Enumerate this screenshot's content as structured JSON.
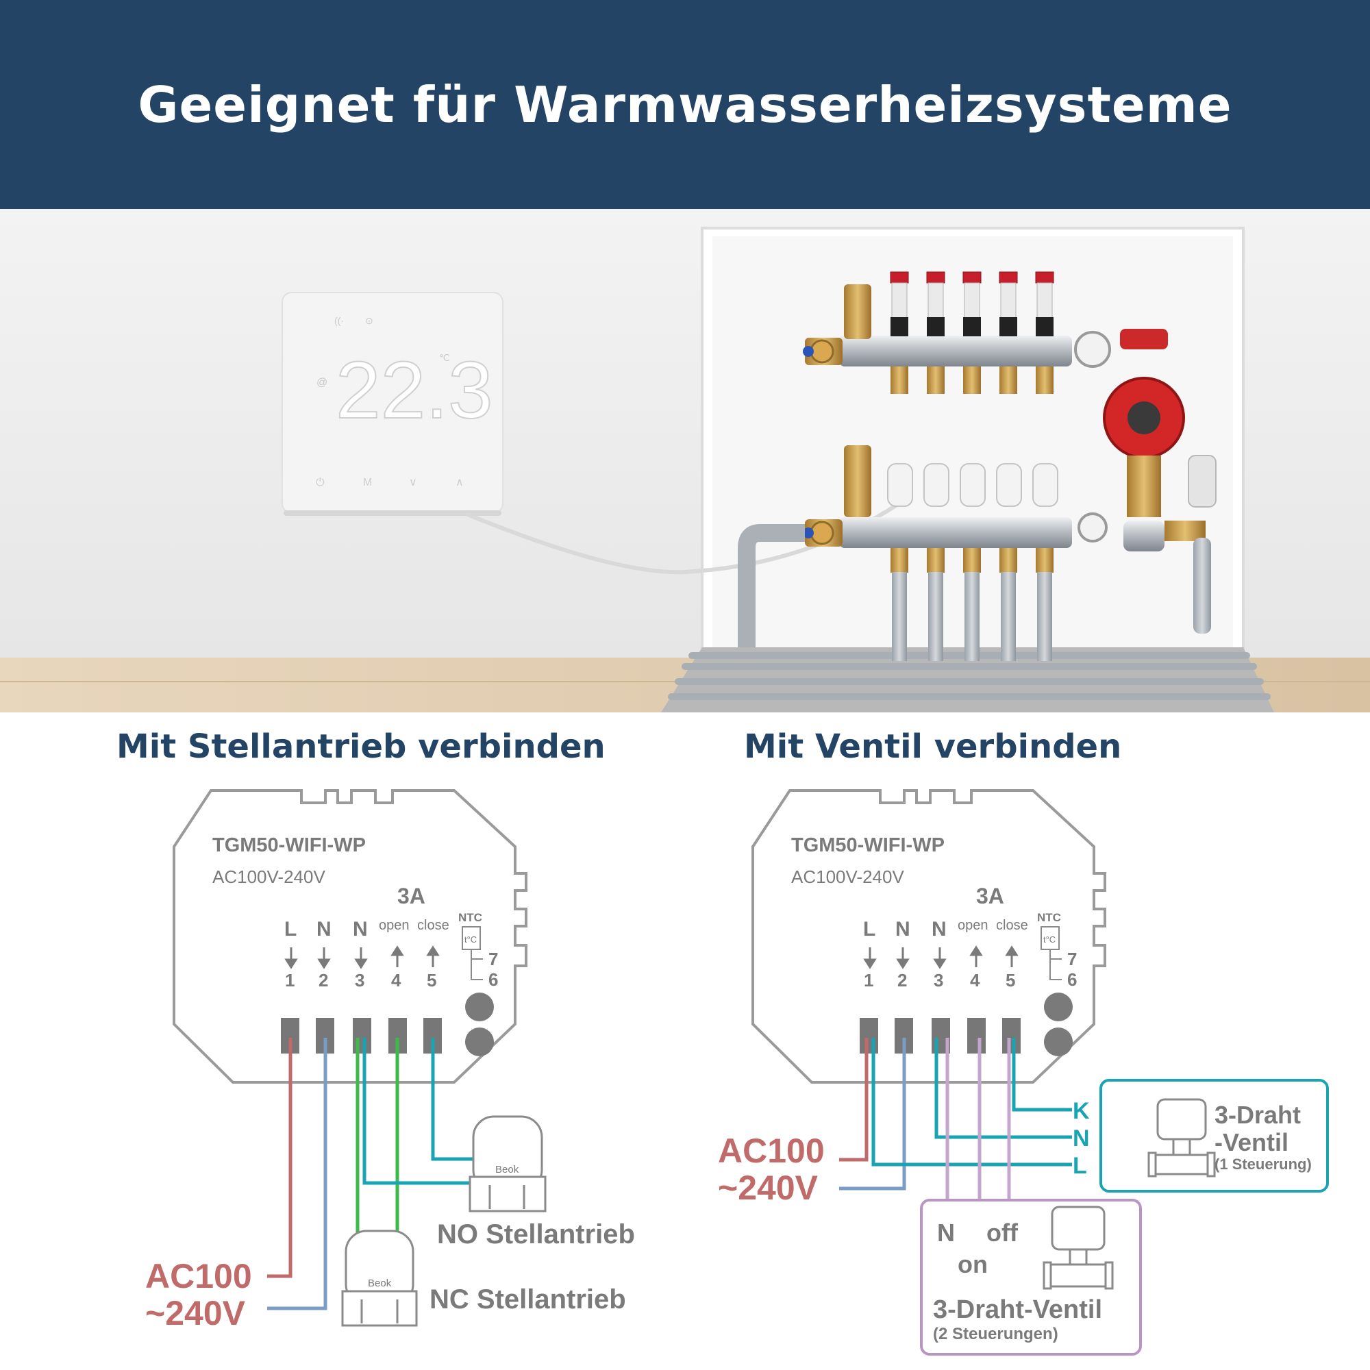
{
  "header": {
    "title": "Geeignet für Warmwasserheizsysteme"
  },
  "thermostat": {
    "temperature": "22.3",
    "unit": "℃",
    "buttons": [
      "power",
      "M",
      "down",
      "up"
    ],
    "colors": {
      "body": "#f4f4f4",
      "display": "#ffffff"
    }
  },
  "actuator_brand": "Beok",
  "left_panel": {
    "title": "Mit Stellantrieb verbinden",
    "model": "TGM50-WIFI-WP",
    "voltage": "AC100V-240V",
    "current": "3A",
    "terminal_letters": [
      "L",
      "N",
      "N"
    ],
    "open_label": "open",
    "close_label": "close",
    "ntc_label": "NTC",
    "ntc_symbol": "t°C",
    "terminal_numbers": [
      "1",
      "2",
      "3",
      "4",
      "5"
    ],
    "ntc_numbers": [
      "7",
      "6"
    ],
    "ac_line1": "AC100",
    "ac_line2": "~240V",
    "no_label": "NO Stellantrieb",
    "nc_label": "NC Stellantrieb"
  },
  "right_panel": {
    "title": "Mit Ventil verbinden",
    "model": "TGM50-WIFI-WP",
    "voltage": "AC100V-240V",
    "current": "3A",
    "terminal_letters": [
      "L",
      "N",
      "N"
    ],
    "open_label": "open",
    "close_label": "close",
    "ntc_label": "NTC",
    "ntc_symbol": "t°C",
    "terminal_numbers": [
      "1",
      "2",
      "3",
      "4",
      "5"
    ],
    "ntc_numbers": [
      "7",
      "6"
    ],
    "ac_line1": "AC100",
    "ac_line2": "~240V",
    "valve1": {
      "k": "K",
      "n": "N",
      "l": "L",
      "name_line1": "3-Draht",
      "name_line2": "-Ventil",
      "sub": "(1 Steuerung)"
    },
    "valve2": {
      "n": "N",
      "on": "on",
      "off": "off",
      "name": "3-Draht-Ventil",
      "sub": "(2 Steuerungen)"
    }
  },
  "colors": {
    "banner": "#244466",
    "title_text": "#244466",
    "panel_outline": "#9a9a9a",
    "live_wire": "#c06a6a",
    "neutral_wire": "#7a9cc6",
    "nc_wire": "#3dbb4a",
    "no_wire": "#1aa3b3",
    "valve2_wire": "#c4a6cc",
    "teal_box": "#1aa3b3",
    "purple_box": "#b896c4",
    "ac_text": "#c06a6a"
  }
}
